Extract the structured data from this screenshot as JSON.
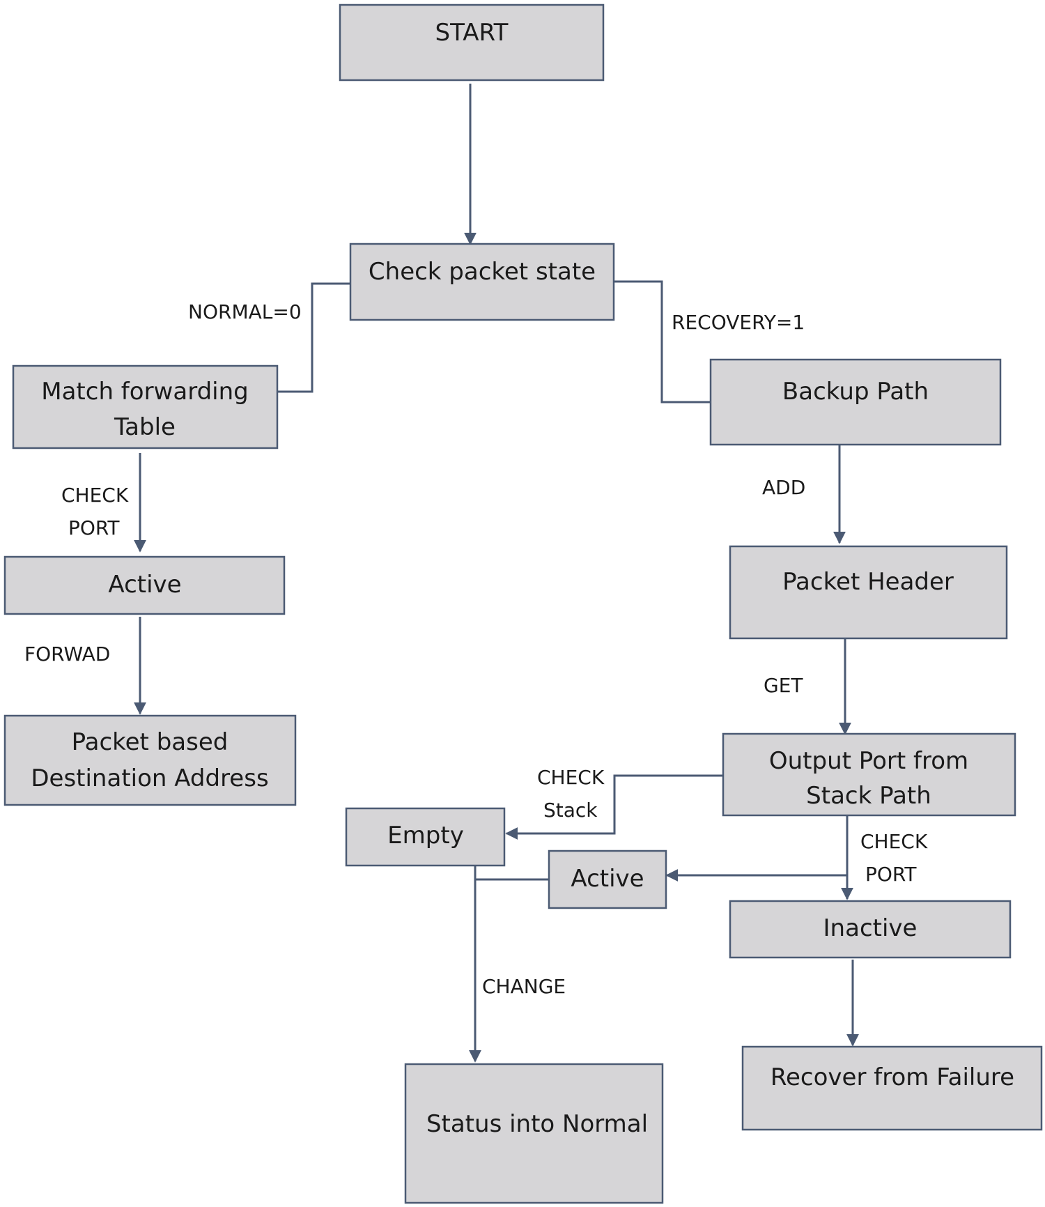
{
  "nodes": {
    "start": "START",
    "check_state": "Check packet state",
    "match_forwarding_line1": "Match forwarding",
    "match_forwarding_line2": "Table",
    "active_left": "Active",
    "packet_dest_line1": "Packet based",
    "packet_dest_line2": "Destination Address",
    "backup_path": "Backup Path",
    "packet_header": "Packet Header",
    "output_port_line1": "Output Port from",
    "output_port_line2": "Stack Path",
    "empty": "Empty",
    "active_mid": "Active",
    "inactive": "Inactive",
    "recover": "Recover from Failure",
    "status_normal": "Status into Normal"
  },
  "edge_labels": {
    "normal": "NORMAL=0",
    "recovery": "RECOVERY=1",
    "check_port_left_line1": "CHECK",
    "check_port_left_line2": "PORT",
    "forwad": "FORWAD",
    "add": "ADD",
    "get": "GET",
    "check_stack_line1": "CHECK",
    "check_stack_line2": "Stack",
    "check_port_right_line1": "CHECK",
    "check_port_right_line2": "PORT",
    "change": "CHANGE"
  },
  "colors": {
    "box_fill": "#d6d5d7",
    "line": "#4b5a73"
  }
}
